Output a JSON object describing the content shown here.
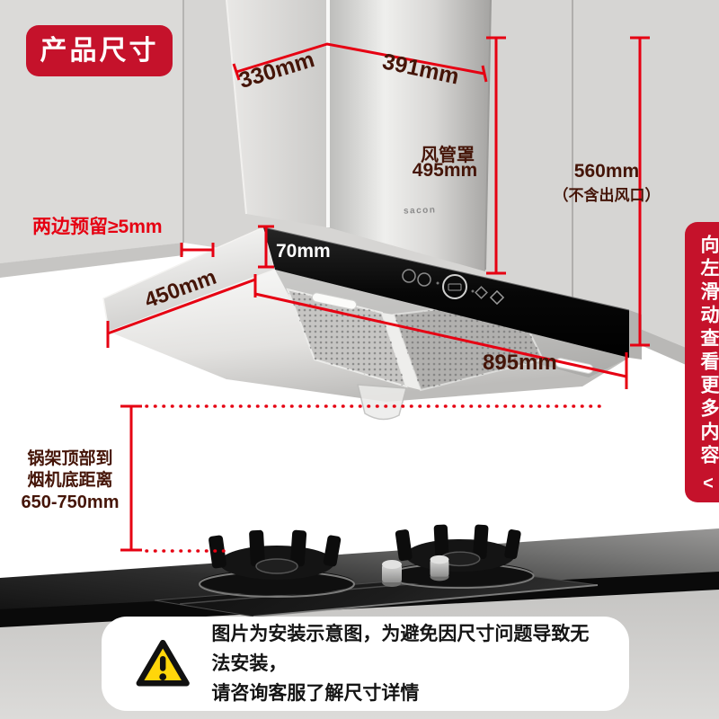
{
  "badge": {
    "label": "产品尺寸"
  },
  "dimensions": {
    "side_reserve": "两边预留≥5mm",
    "top_depth": "330mm",
    "top_width": "391mm",
    "duct_cover_name": "风管罩",
    "duct_cover_height": "495mm",
    "total_height": "560mm",
    "total_height_note": "（不含出风口）",
    "panel_height": "70mm",
    "hood_depth": "450mm",
    "hood_width": "895mm",
    "clearance_line1": "锅架顶部到",
    "clearance_line2": "烟机底距离",
    "clearance_line3": "650-750mm"
  },
  "brand": {
    "logo": "sacon"
  },
  "side_banner": {
    "text": "向左滑动查看更多内容",
    "arrow": "<"
  },
  "notice": {
    "line1": "图片为安装示意图，为避免因尺寸问题导致无法安装，",
    "line2": "请咨询客服了解尺寸详情"
  },
  "colors": {
    "accent_red": "#e60012",
    "brand_red": "#c5122b",
    "label_maroon": "#451508",
    "warning_yellow": "#ffd60a",
    "wall_gray": "#d6d5d3"
  }
}
